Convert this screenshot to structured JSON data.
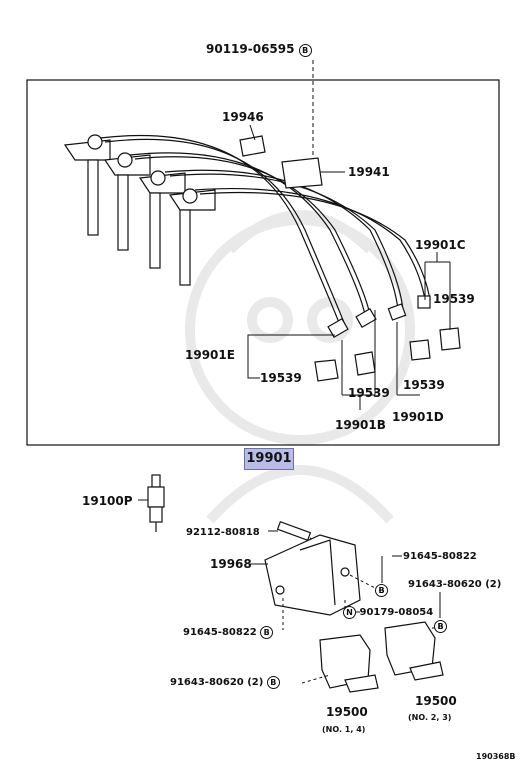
{
  "parts": {
    "p1": "90119-06595",
    "p2": "19946",
    "p3": "19941",
    "p4": "19901C",
    "p5": "19539",
    "p6": "19901E",
    "p7": "19539",
    "p8": "19539",
    "p9": "19539",
    "p10": "19901B",
    "p11": "19901D",
    "p12": "19901",
    "p13": "19100P",
    "p14": "92112-80818",
    "p15": "91645-80822",
    "p16": "19968",
    "p17": "91643-80620 (2)",
    "p18": "90179-08054",
    "p19": "91645-80822",
    "p20": "91643-80620 (2)",
    "p21": "19500",
    "p22": "(NO. 2, 3)",
    "p23": "19500",
    "p24": "(NO. 1, 4)",
    "p25": "190368B"
  },
  "markers": {
    "b": "B",
    "n": "N"
  },
  "colors": {
    "line": "#111111",
    "highlight": "#b9bde6",
    "watermark": "#d8d8d8"
  }
}
